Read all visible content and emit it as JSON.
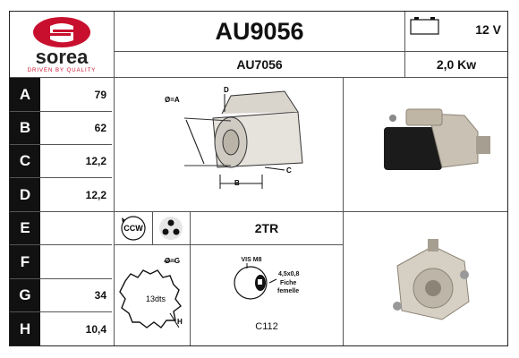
{
  "brand": {
    "name": "sorea",
    "tagline": "DRIVEN BY QUALITY",
    "color": "#c8102e"
  },
  "header": {
    "part_number": "AU9056",
    "alt_number": "AU7056"
  },
  "specs": {
    "voltage": "12 V",
    "power": "2,0 Kw"
  },
  "rows": [
    {
      "label": "A",
      "value": "79"
    },
    {
      "label": "B",
      "value": "62"
    },
    {
      "label": "C",
      "value": "12,2"
    },
    {
      "label": "D",
      "value": "12,2"
    },
    {
      "label": "E",
      "value": ""
    },
    {
      "label": "F",
      "value": ""
    },
    {
      "label": "G",
      "value": "34"
    },
    {
      "label": "H",
      "value": "10,4"
    }
  ],
  "diagram_labels": {
    "dia": "Ø=A",
    "d": "D",
    "b": "B",
    "c": "C"
  },
  "rotation": {
    "label": "CCW"
  },
  "teeth_type": "2TR",
  "pinion": {
    "dia": "Ø=G",
    "teeth": "13dts",
    "h": "H"
  },
  "terminal": {
    "screw": "VIS M8",
    "tab": "4,5x0,8",
    "line1": "Fiche",
    "line2": "femelle",
    "code": "C112"
  }
}
